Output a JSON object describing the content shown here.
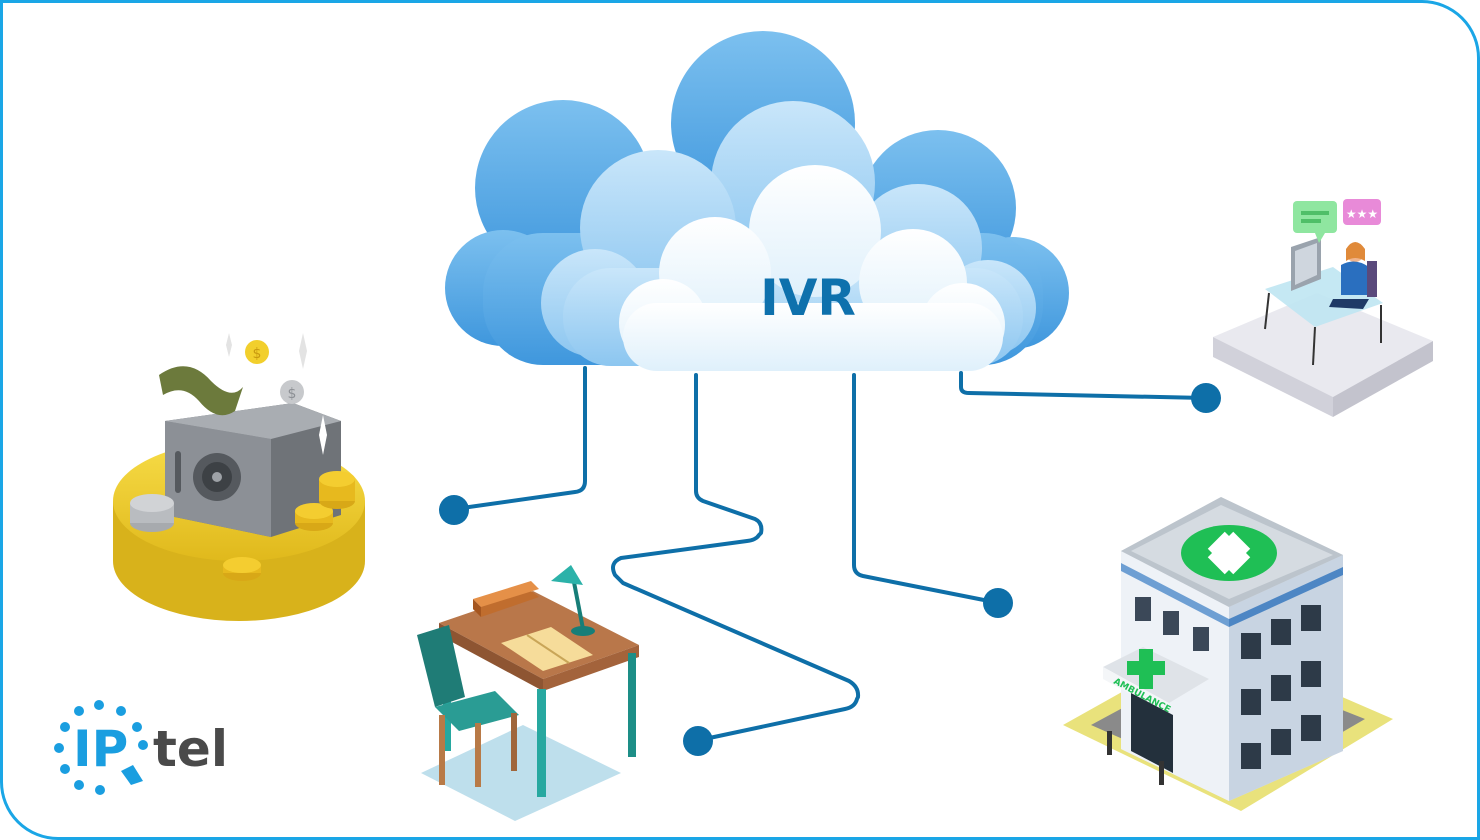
{
  "diagram": {
    "center_label": "IVR",
    "nodes": [
      {
        "id": "bank-safe",
        "icon": "money-safe-icon"
      },
      {
        "id": "study-desk",
        "icon": "study-desk-icon"
      },
      {
        "id": "hospital",
        "icon": "hospital-building-icon"
      },
      {
        "id": "support-agent",
        "icon": "customer-support-agent-icon"
      }
    ],
    "edges": [
      {
        "from": "IVR",
        "to": "bank-safe"
      },
      {
        "from": "IVR",
        "to": "study-desk"
      },
      {
        "from": "IVR",
        "to": "hospital"
      },
      {
        "from": "IVR",
        "to": "support-agent"
      }
    ]
  },
  "hospital_sign": "AMBULANCE",
  "logo": {
    "part1": "IP",
    "part2": "tel"
  },
  "colors": {
    "frame_border": "#1aa6e6",
    "connector": "#0e6fa8",
    "cloud_text": "#0e71ad",
    "logo_blue": "#1a9ee0",
    "logo_gray": "#4a4a4a",
    "medical_green": "#1fbf55"
  }
}
